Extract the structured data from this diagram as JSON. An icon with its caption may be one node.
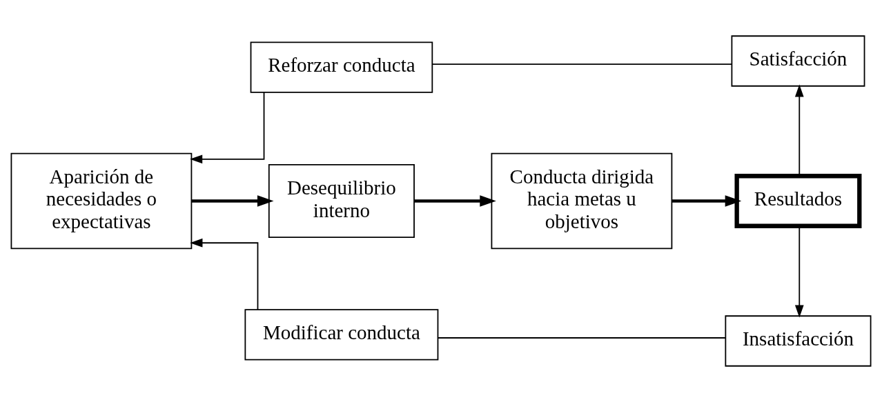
{
  "diagram": {
    "nodes": [
      {
        "text": [
          "Reforzar conducta"
        ]
      },
      {
        "text": [
          "Satisfacción"
        ]
      },
      {
        "text": [
          "Aparición de necesidades o expectativas"
        ]
      },
      {
        "text": [
          "Desequilibrio interno"
        ]
      },
      {
        "text": [
          "Conducta dirigida hacia metas u objetivos"
        ]
      },
      {
        "text": [
          "Resultados"
        ]
      },
      {
        "text": [
          "Modificar conducta"
        ]
      },
      {
        "text": [
          "Insatisfacción"
        ]
      }
    ],
    "edges": [
      {
        "from": 2,
        "to": 3,
        "arrow": "to",
        "style": "thick"
      },
      {
        "from": 3,
        "to": 4,
        "arrow": "to",
        "style": "thick"
      },
      {
        "from": 4,
        "to": 5,
        "arrow": "to",
        "style": "thick"
      },
      {
        "from": 5,
        "to": 1,
        "arrow": "to"
      },
      {
        "from": 1,
        "to": 0,
        "arrow": "none"
      },
      {
        "from": 0,
        "to": 2,
        "arrow": "to"
      },
      {
        "from": 5,
        "to": 7,
        "arrow": "to"
      },
      {
        "from": 7,
        "to": 6,
        "arrow": "none"
      },
      {
        "from": 6,
        "to": 2,
        "arrow": "to"
      }
    ]
  }
}
